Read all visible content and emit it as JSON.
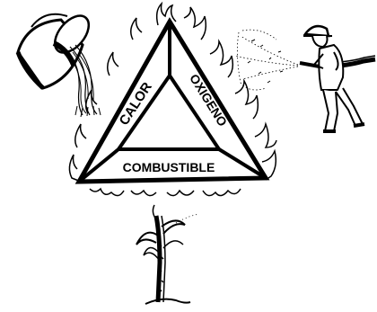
{
  "diagram": {
    "sides": {
      "left": "CALOR",
      "right": "OXIGENO",
      "bottom": "COMBUSTIBLE"
    },
    "illustrations": [
      "bucket-pouring-water-icon",
      "firefighter-with-hose-icon",
      "burnt-plant-icon",
      "flames-icon"
    ],
    "colors": {
      "ink": "#000000",
      "paper": "#ffffff"
    }
  }
}
